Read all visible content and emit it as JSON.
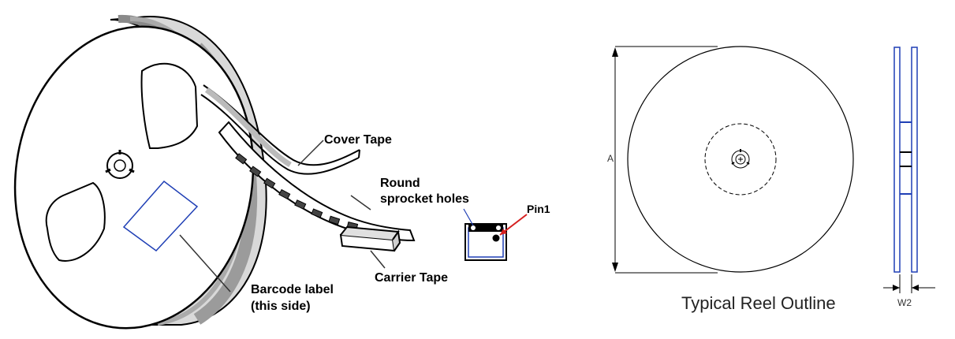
{
  "labels": {
    "cover_tape": "Cover Tape",
    "round_line1": "Round",
    "round_line2": "sprocket holes",
    "pin1": "Pin1",
    "barcode_line1": "Barcode label",
    "barcode_line2": "(this side)",
    "carrier_tape": "Carrier Tape",
    "typical_reel_outline": "Typical Reel Outline",
    "dim_a": "A",
    "dim_w2": "W2"
  },
  "colors": {
    "line": "#000000",
    "blue": "#1f3fb5",
    "red": "#d62020",
    "reel_grey": "#b8b8b8",
    "rim_grey": "#d9d9d9"
  }
}
